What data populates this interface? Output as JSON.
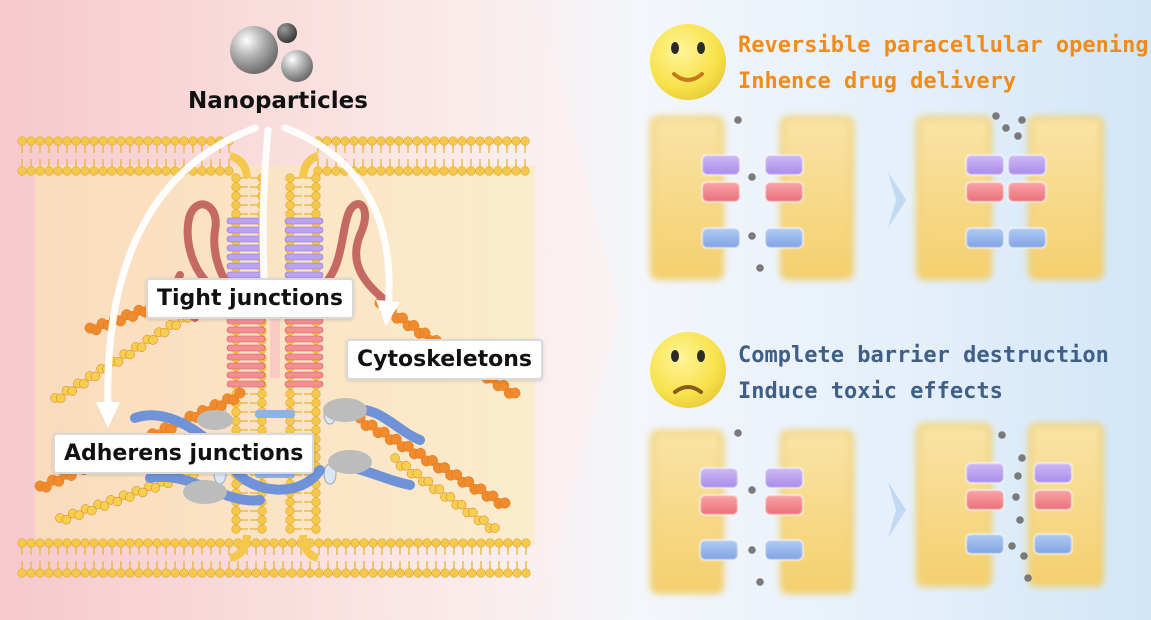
{
  "labels": {
    "nanoparticles": "Nanoparticles",
    "tight_junctions": "Tight junctions",
    "cytoskeletons": "Cytoskeletons",
    "adherens_junctions": "Adherens junctions"
  },
  "outcomes": {
    "positive": {
      "face": "smiling-face-icon",
      "line1": "Reversible paracellular opening",
      "line2": "Inhence drug delivery",
      "color": "#f08c1a"
    },
    "negative": {
      "face": "frowning-face-icon",
      "line1": "Complete barrier destruction",
      "line2": "Induce toxic effects",
      "color": "#3f5f86"
    }
  },
  "colors": {
    "membrane": "#f3c54a",
    "cell": "#f8dc8a",
    "tight_junction_purple": "#b79ef0",
    "tight_junction_red": "#f07f86",
    "adherens_blue": "#7fa6e6",
    "actin_orange": "#f08a2c",
    "nanoparticle_gray": "#9a9a9a"
  }
}
